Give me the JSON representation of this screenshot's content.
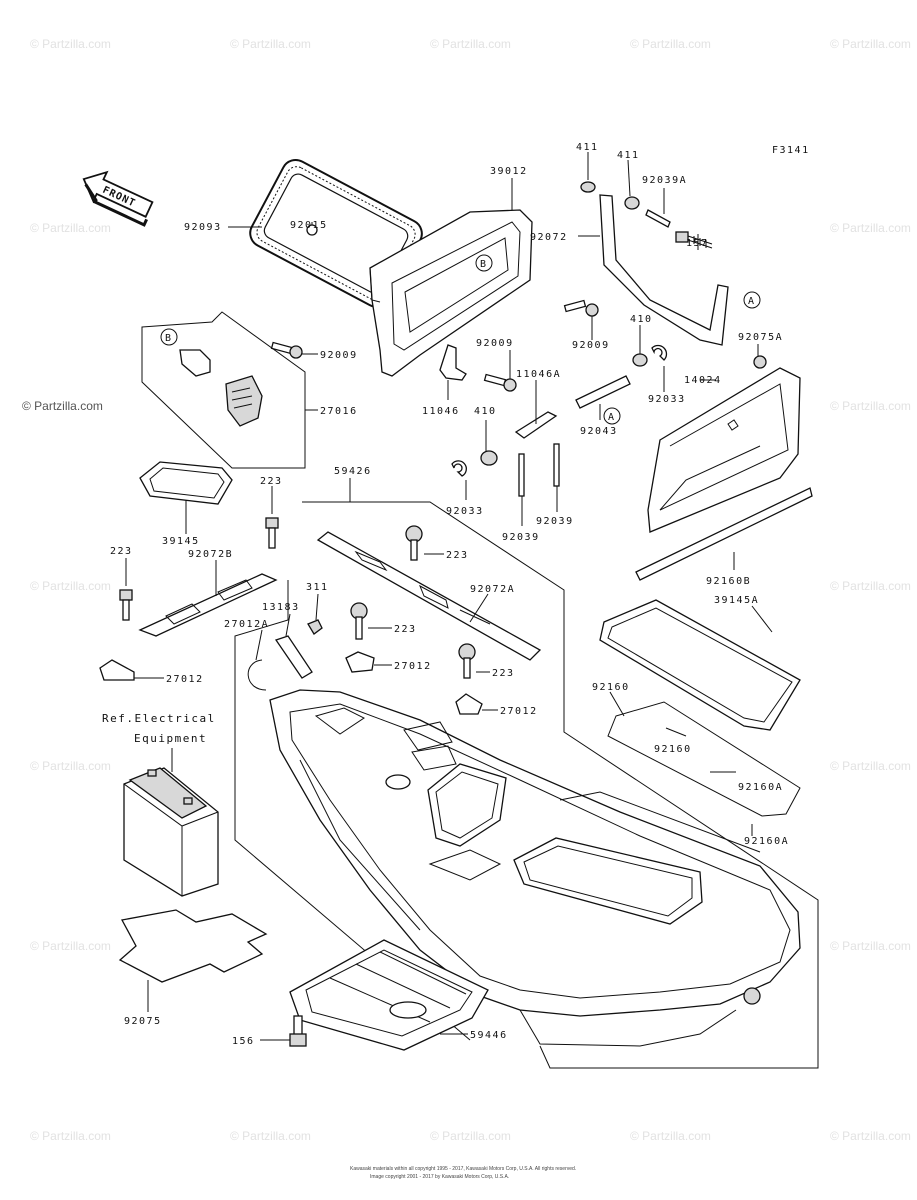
{
  "diagram": {
    "code": "F3141",
    "front_label": "FRONT",
    "reference_note": [
      "Ref.Electrical",
      "Equipment"
    ],
    "watermark": "© Partzilla.com",
    "footer": [
      "Kawasaki materials within all copyright 1995 - 2017, Kawasaki Motors Corp, U.S.A.  All rights reserved.",
      "Image copyright 2001 - 2017 by Kawasaki Motors Corp, U.S.A."
    ],
    "parts": {
      "p39012": "39012",
      "p92093": "92093",
      "p92015": "92015",
      "p411a": "411",
      "p411b": "411",
      "p92039A": "92039A",
      "p92072": "92072",
      "p157": "157",
      "p92009a": "92009",
      "p92009b": "92009",
      "p92009c": "92009",
      "p27016": "27016",
      "p410a": "410",
      "p92075A": "92075A",
      "p11046A": "11046A",
      "p14024": "14024",
      "p11046": "11046",
      "p410b": "410",
      "p92033a": "92033",
      "p92043": "92043",
      "p92033b": "92033",
      "p59426": "59426",
      "p92039a": "92039",
      "p92039b": "92039",
      "p223a": "223",
      "p39145": "39145",
      "p92072B": "92072B",
      "p223b": "223",
      "p223c": "223",
      "p311": "311",
      "p13183": "13183",
      "p27012A": "27012A",
      "p92072A": "92072A",
      "p223d": "223",
      "p27012a": "27012",
      "p223e": "223",
      "p27012b": "27012",
      "p27012c": "27012",
      "p92160B": "92160B",
      "p39145A": "39145A",
      "p92160a": "92160",
      "p92160b": "92160",
      "p92160Aa": "92160A",
      "p92160Ab": "92160A",
      "p92075": "92075",
      "p156": "156",
      "p59446": "59446"
    },
    "callouts": {
      "A1": "A",
      "A2": "A",
      "B1": "B",
      "B2": "B"
    }
  }
}
